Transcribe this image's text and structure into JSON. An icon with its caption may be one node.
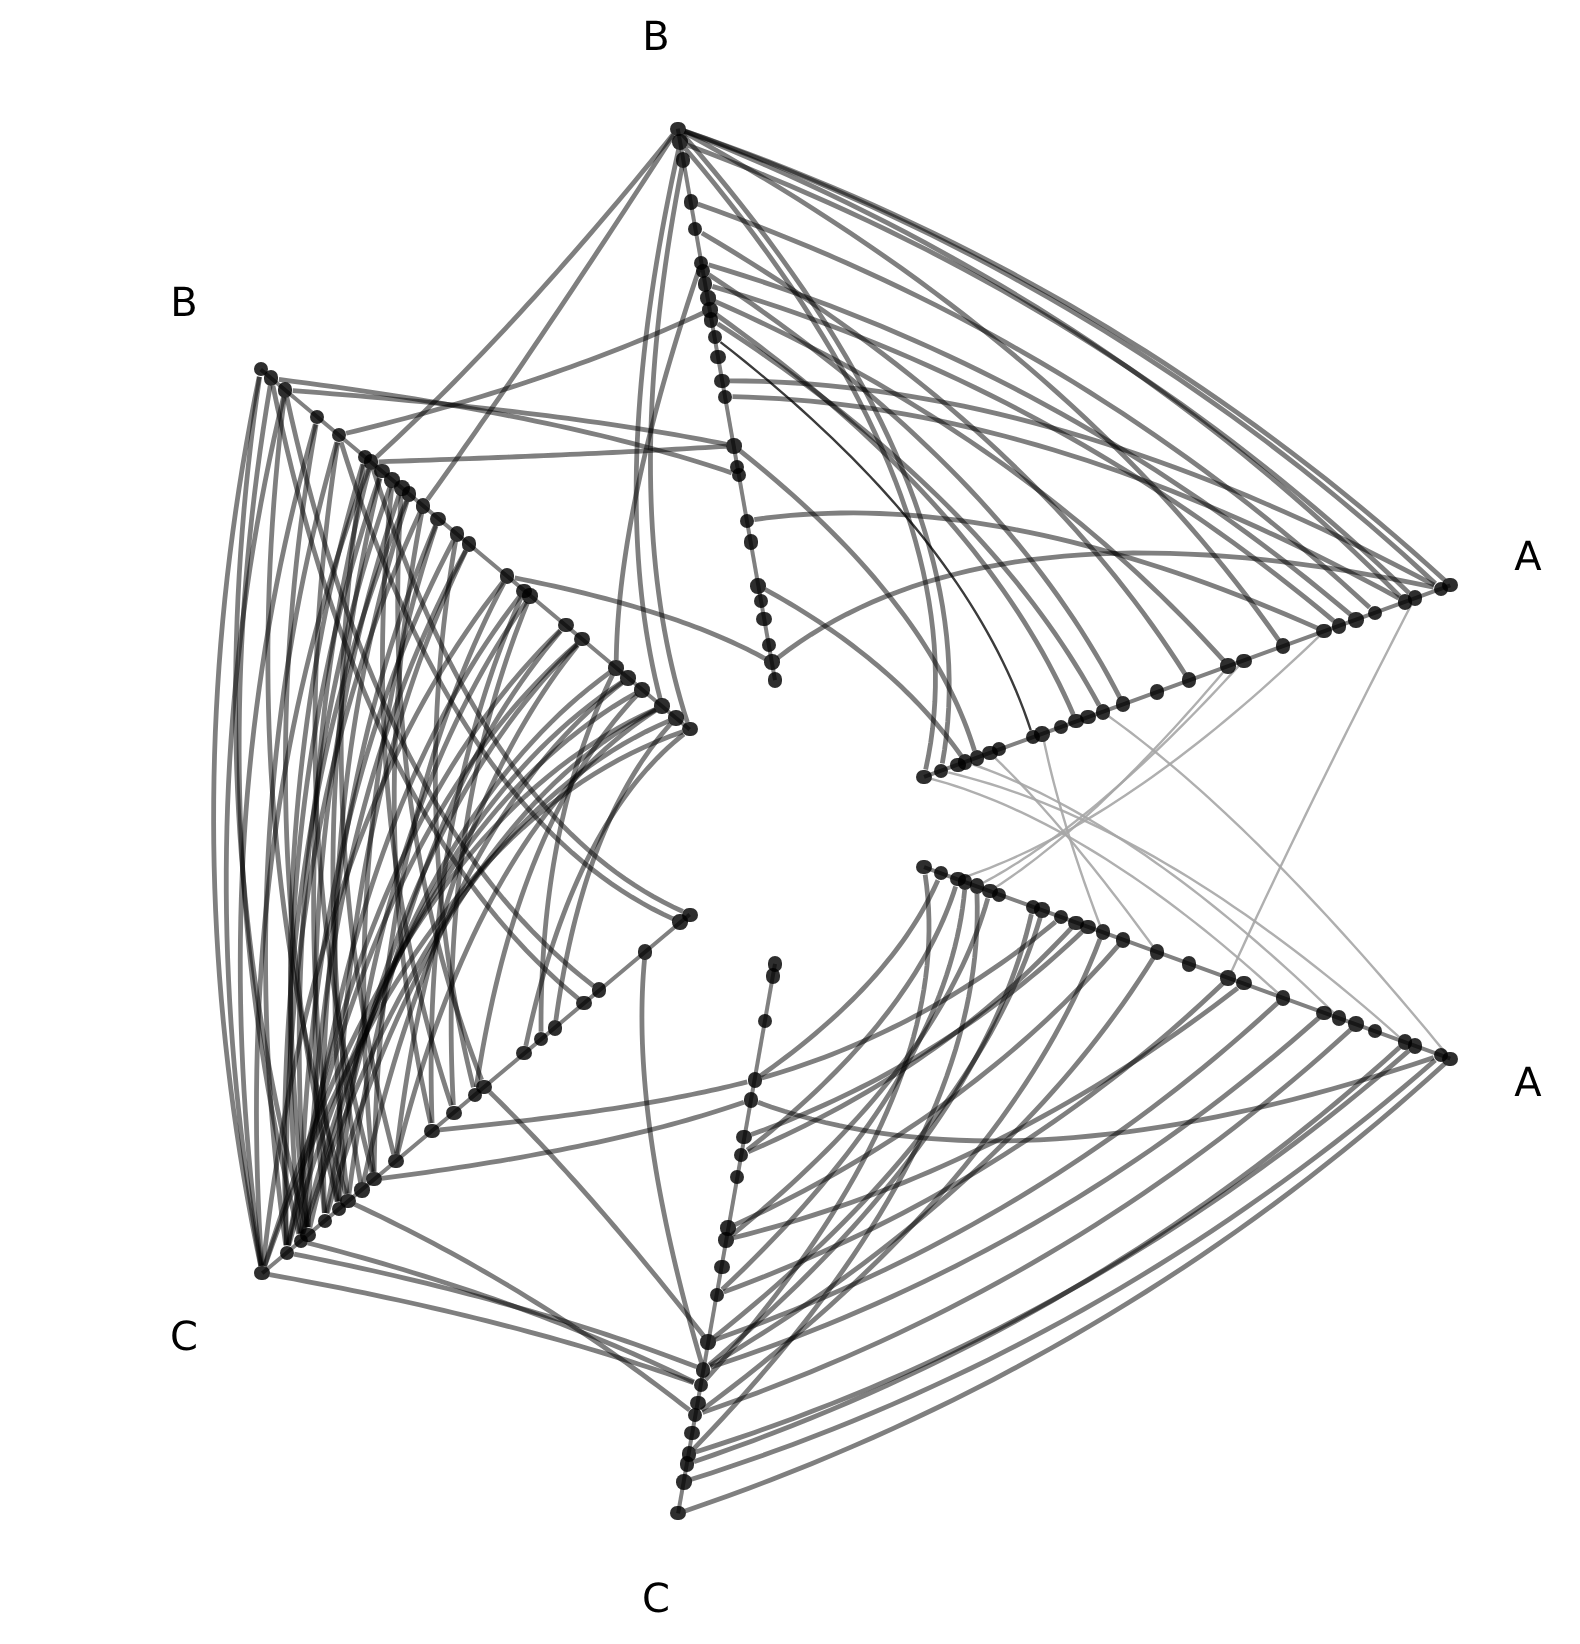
{
  "diagram": {
    "nodes": [
      {
        "text": [],
        "shape": "circle"
      },
      {
        "text": [],
        "shape": "circle"
      },
      {
        "text": [],
        "shape": "circle"
      },
      {
        "text": [],
        "shape": "circle"
      },
      {
        "text": [],
        "shape": "circle"
      },
      {
        "text": [],
        "shape": "circle"
      },
      {
        "text": [],
        "shape": "circle"
      },
      {
        "text": [],
        "shape": "circle"
      },
      {
        "text": [],
        "shape": "circle"
      },
      {
        "text": [],
        "shape": "circle"
      },
      {
        "text": [],
        "shape": "circle"
      },
      {
        "text": [],
        "shape": "circle"
      },
      {
        "text": [],
        "shape": "circle"
      },
      {
        "text": [],
        "shape": "circle"
      },
      {
        "text": [],
        "shape": "circle"
      },
      {
        "text": [],
        "shape": "circle"
      },
      {
        "text": [],
        "shape": "circle"
      },
      {
        "text": [],
        "shape": "circle"
      },
      {
        "text": [],
        "shape": "circle"
      },
      {
        "text": [],
        "shape": "circle"
      },
      {
        "text": [],
        "shape": "circle"
      },
      {
        "text": [],
        "shape": "circle"
      },
      {
        "text": [],
        "shape": "circle"
      },
      {
        "text": [],
        "shape": "circle"
      },
      {
        "text": [],
        "shape": "circle"
      },
      {
        "text": [],
        "shape": "circle"
      },
      {
        "text": [],
        "shape": "circle"
      },
      {
        "text": [],
        "shape": "circle"
      },
      {
        "text": [],
        "shape": "circle"
      },
      {
        "text": [],
        "shape": "circle"
      },
      {
        "text": [],
        "shape": "circle"
      },
      {
        "text": [],
        "shape": "circle"
      },
      {
        "text": [],
        "shape": "circle"
      },
      {
        "text": [],
        "shape": "circle"
      },
      {
        "text": [],
        "shape": "circle"
      },
      {
        "text": [],
        "shape": "circle"
      },
      {
        "text": [],
        "shape": "circle"
      },
      {
        "text": [],
        "shape": "circle"
      },
      {
        "text": [],
        "shape": "circle"
      },
      {
        "text": [],
        "shape": "circle"
      },
      {
        "text": [],
        "shape": "circle"
      },
      {
        "text": [],
        "shape": "circle"
      },
      {
        "text": [],
        "shape": "circle"
      },
      {
        "text": [],
        "shape": "circle"
      },
      {
        "text": [],
        "shape": "circle"
      },
      {
        "text": [],
        "shape": "circle"
      },
      {
        "text": [],
        "shape": "circle"
      },
      {
        "text": [],
        "shape": "circle"
      },
      {
        "text": [],
        "shape": "circle"
      },
      {
        "text": [],
        "shape": "circle"
      },
      {
        "text": [],
        "shape": "circle"
      },
      {
        "text": [],
        "shape": "circle"
      },
      {
        "text": [],
        "shape": "circle"
      },
      {
        "text": [],
        "shape": "circle"
      },
      {
        "text": [],
        "shape": "circle"
      },
      {
        "text": [],
        "shape": "circle"
      },
      {
        "text": [],
        "shape": "circle"
      },
      {
        "text": [],
        "shape": "circle"
      },
      {
        "text": [],
        "shape": "circle"
      },
      {
        "text": [],
        "shape": "circle"
      },
      {
        "text": [],
        "shape": "circle"
      },
      {
        "text": [],
        "shape": "circle"
      },
      {
        "text": [],
        "shape": "circle"
      },
      {
        "text": [],
        "shape": "circle"
      },
      {
        "text": [],
        "shape": "circle"
      },
      {
        "text": [],
        "shape": "circle"
      },
      {
        "text": [],
        "shape": "circle"
      },
      {
        "text": [],
        "shape": "circle"
      },
      {
        "text": [],
        "shape": "circle"
      },
      {
        "text": [],
        "shape": "circle"
      },
      {
        "text": [],
        "shape": "circle"
      },
      {
        "text": [],
        "shape": "circle"
      },
      {
        "text": [],
        "shape": "circle"
      },
      {
        "text": [],
        "shape": "circle"
      },
      {
        "text": [],
        "shape": "circle"
      },
      {
        "text": [],
        "shape": "circle"
      },
      {
        "text": [],
        "shape": "circle"
      },
      {
        "text": [],
        "shape": "circle"
      },
      {
        "text": [],
        "shape": "circle"
      },
      {
        "text": [],
        "shape": "circle"
      },
      {
        "text": [],
        "shape": "circle"
      },
      {
        "text": [],
        "shape": "circle"
      },
      {
        "text": [],
        "shape": "circle"
      },
      {
        "text": [],
        "shape": "circle"
      },
      {
        "text": [],
        "shape": "circle"
      },
      {
        "text": [],
        "shape": "circle"
      },
      {
        "text": [],
        "shape": "circle"
      },
      {
        "text": [],
        "shape": "circle"
      },
      {
        "text": [],
        "shape": "circle"
      },
      {
        "text": [],
        "shape": "circle"
      },
      {
        "text": [],
        "shape": "circle"
      },
      {
        "text": [],
        "shape": "circle"
      },
      {
        "text": [],
        "shape": "circle"
      },
      {
        "text": [],
        "shape": "circle"
      },
      {
        "text": [],
        "shape": "circle"
      },
      {
        "text": [],
        "shape": "circle"
      },
      {
        "text": [],
        "shape": "circle"
      },
      {
        "text": [],
        "shape": "circle"
      },
      {
        "text": [],
        "shape": "circle"
      },
      {
        "text": [],
        "shape": "circle"
      },
      {
        "text": [],
        "shape": "circle"
      },
      {
        "text": [],
        "shape": "circle"
      },
      {
        "text": [],
        "shape": "circle"
      },
      {
        "text": [],
        "shape": "circle"
      },
      {
        "text": [],
        "shape": "circle"
      },
      {
        "text": [],
        "shape": "circle"
      },
      {
        "text": [],
        "shape": "circle"
      },
      {
        "text": [],
        "shape": "circle"
      },
      {
        "text": [],
        "shape": "circle"
      },
      {
        "text": [],
        "shape": "circle"
      },
      {
        "text": [],
        "shape": "circle"
      },
      {
        "text": [],
        "shape": "circle"
      },
      {
        "text": [],
        "shape": "circle"
      },
      {
        "text": [],
        "shape": "circle"
      },
      {
        "text": [],
        "shape": "circle"
      },
      {
        "text": [],
        "shape": "circle"
      },
      {
        "text": [],
        "shape": "circle"
      },
      {
        "text": [],
        "shape": "circle"
      },
      {
        "text": [],
        "shape": "circle"
      },
      {
        "text": [],
        "shape": "circle"
      },
      {
        "text": [],
        "shape": "circle"
      },
      {
        "text": [],
        "shape": "circle"
      },
      {
        "text": [],
        "shape": "circle"
      },
      {
        "text": [],
        "shape": "circle"
      },
      {
        "text": [],
        "shape": "circle"
      },
      {
        "text": [],
        "shape": "circle"
      },
      {
        "text": [],
        "shape": "circle"
      },
      {
        "text": [],
        "shape": "circle"
      },
      {
        "text": [],
        "shape": "circle"
      },
      {
        "text": [],
        "shape": "circle"
      },
      {
        "text": [],
        "shape": "circle"
      },
      {
        "text": [],
        "shape": "circle"
      },
      {
        "text": [],
        "shape": "circle"
      },
      {
        "text": [],
        "shape": "circle"
      },
      {
        "text": [],
        "shape": "circle"
      },
      {
        "text": [],
        "shape": "circle"
      },
      {
        "text": [],
        "shape": "circle"
      },
      {
        "text": [],
        "shape": "circle"
      },
      {
        "text": [],
        "shape": "circle"
      },
      {
        "text": [],
        "shape": "circle"
      },
      {
        "text": [],
        "shape": "circle"
      },
      {
        "text": [],
        "shape": "circle"
      },
      {
        "text": [],
        "shape": "circle"
      },
      {
        "text": [],
        "shape": "circle"
      },
      {
        "text": [],
        "shape": "circle"
      },
      {
        "text": [],
        "shape": "circle"
      },
      {
        "text": [],
        "shape": "circle"
      },
      {
        "text": [],
        "shape": "circle"
      },
      {
        "text": [],
        "shape": "circle"
      },
      {
        "text": [],
        "shape": "circle"
      }
    ],
    "edges": [
      {
        "from": 25,
        "to": 78,
        "arrow": "none"
      },
      {
        "from": 25,
        "to": 77,
        "arrow": "none"
      },
      {
        "from": 25,
        "to": 75,
        "arrow": "none"
      },
      {
        "from": 25,
        "to": 70,
        "arrow": "none"
      },
      {
        "from": 24,
        "to": 76,
        "arrow": "none"
      },
      {
        "from": 22,
        "to": 74,
        "arrow": "none"
      },
      {
        "from": 20,
        "to": 73,
        "arrow": "none"
      },
      {
        "from": 18,
        "to": 72,
        "arrow": "none"
      },
      {
        "from": 17,
        "to": 68,
        "arrow": "none"
      },
      {
        "from": 15,
        "to": 64,
        "arrow": "none"
      },
      {
        "from": 14,
        "to": 59,
        "arrow": "none",
        "color": "#262626"
      },
      {
        "from": 12,
        "to": 77,
        "arrow": "none"
      },
      {
        "from": 11,
        "to": 75,
        "arrow": "none"
      },
      {
        "from": 10,
        "to": 56,
        "arrow": "none"
      },
      {
        "from": 7,
        "to": 71,
        "arrow": "none"
      },
      {
        "from": 5,
        "to": 55,
        "arrow": "none"
      },
      {
        "from": 1,
        "to": 77,
        "arrow": "none"
      },
      {
        "from": 25,
        "to": 53,
        "arrow": "none"
      },
      {
        "from": 24,
        "to": 52,
        "arrow": "none"
      },
      {
        "from": 19,
        "to": 65,
        "arrow": "none"
      },
      {
        "from": 21,
        "to": 67,
        "arrow": "none"
      },
      {
        "from": 16,
        "to": 62,
        "arrow": "none"
      },
      {
        "from": 52,
        "to": 97,
        "arrow": "none",
        "color": "#a6a6a6"
      },
      {
        "from": 53,
        "to": 102,
        "arrow": "none",
        "color": "#a6a6a6"
      },
      {
        "from": 57,
        "to": 93,
        "arrow": "none",
        "color": "#a6a6a6"
      },
      {
        "from": 55,
        "to": 99,
        "arrow": "none",
        "color": "#a6a6a6"
      },
      {
        "from": 68,
        "to": 84,
        "arrow": "none",
        "color": "#a6a6a6"
      },
      {
        "from": 69,
        "to": 83,
        "arrow": "none",
        "color": "#a6a6a6"
      },
      {
        "from": 71,
        "to": 81,
        "arrow": "none",
        "color": "#a6a6a6"
      },
      {
        "from": 76,
        "to": 95,
        "arrow": "none",
        "color": "#a6a6a6"
      },
      {
        "from": 64,
        "to": 105,
        "arrow": "none",
        "color": "#a6a6a6"
      },
      {
        "from": 60,
        "to": 91,
        "arrow": "none",
        "color": "#a6a6a6"
      },
      {
        "from": 105,
        "to": 149,
        "arrow": "none"
      },
      {
        "from": 104,
        "to": 148,
        "arrow": "none"
      },
      {
        "from": 103,
        "to": 146,
        "arrow": "none"
      },
      {
        "from": 102,
        "to": 147,
        "arrow": "none"
      },
      {
        "from": 100,
        "to": 144,
        "arrow": "none"
      },
      {
        "from": 98,
        "to": 141,
        "arrow": "none"
      },
      {
        "from": 97,
        "to": 140,
        "arrow": "none"
      },
      {
        "from": 96,
        "to": 137,
        "arrow": "none"
      },
      {
        "from": 95,
        "to": 139,
        "arrow": "none"
      },
      {
        "from": 93,
        "to": 141,
        "arrow": "none"
      },
      {
        "from": 92,
        "to": 136,
        "arrow": "none"
      },
      {
        "from": 91,
        "to": 144,
        "arrow": "none"
      },
      {
        "from": 90,
        "to": 133,
        "arrow": "none"
      },
      {
        "from": 89,
        "to": 134,
        "arrow": "none"
      },
      {
        "from": 88,
        "to": 131,
        "arrow": "none"
      },
      {
        "from": 87,
        "to": 140,
        "arrow": "none"
      },
      {
        "from": 86,
        "to": 141,
        "arrow": "none"
      },
      {
        "from": 84,
        "to": 137,
        "arrow": "none"
      },
      {
        "from": 83,
        "to": 146,
        "arrow": "none"
      },
      {
        "from": 82,
        "to": 139,
        "arrow": "none"
      },
      {
        "from": 81,
        "to": 134,
        "arrow": "none"
      },
      {
        "from": 80,
        "to": 131,
        "arrow": "none"
      },
      {
        "from": 104,
        "to": 132,
        "arrow": "none"
      },
      {
        "from": 79,
        "to": 142,
        "arrow": "none"
      },
      {
        "from": 26,
        "to": 127,
        "arrow": "none"
      },
      {
        "from": 27,
        "to": 125,
        "arrow": "none"
      },
      {
        "from": 28,
        "to": 123,
        "arrow": "none"
      },
      {
        "from": 29,
        "to": 126,
        "arrow": "none"
      },
      {
        "from": 30,
        "to": 120,
        "arrow": "none"
      },
      {
        "from": 31,
        "to": 124,
        "arrow": "none"
      },
      {
        "from": 32,
        "to": 118,
        "arrow": "none"
      },
      {
        "from": 33,
        "to": 121,
        "arrow": "none"
      },
      {
        "from": 34,
        "to": 116,
        "arrow": "none"
      },
      {
        "from": 35,
        "to": 125,
        "arrow": "none"
      },
      {
        "from": 36,
        "to": 119,
        "arrow": "none"
      },
      {
        "from": 37,
        "to": 122,
        "arrow": "none"
      },
      {
        "from": 38,
        "to": 115,
        "arrow": "none"
      },
      {
        "from": 39,
        "to": 123,
        "arrow": "none"
      },
      {
        "from": 40,
        "to": 117,
        "arrow": "none"
      },
      {
        "from": 41,
        "to": 126,
        "arrow": "none"
      },
      {
        "from": 42,
        "to": 114,
        "arrow": "none"
      },
      {
        "from": 43,
        "to": 124,
        "arrow": "none"
      },
      {
        "from": 44,
        "to": 120,
        "arrow": "none"
      },
      {
        "from": 45,
        "to": 127,
        "arrow": "none"
      },
      {
        "from": 46,
        "to": 118,
        "arrow": "none"
      },
      {
        "from": 47,
        "to": 126,
        "arrow": "none"
      },
      {
        "from": 48,
        "to": 122,
        "arrow": "none"
      },
      {
        "from": 49,
        "to": 127,
        "arrow": "none"
      },
      {
        "from": 50,
        "to": 125,
        "arrow": "none"
      },
      {
        "from": 51,
        "to": 127,
        "arrow": "none"
      },
      {
        "from": 26,
        "to": 113,
        "arrow": "none"
      },
      {
        "from": 27,
        "to": 111,
        "arrow": "none"
      },
      {
        "from": 28,
        "to": 118,
        "arrow": "none"
      },
      {
        "from": 29,
        "to": 115,
        "arrow": "none"
      },
      {
        "from": 30,
        "to": 125,
        "arrow": "none"
      },
      {
        "from": 31,
        "to": 112,
        "arrow": "none"
      },
      {
        "from": 32,
        "to": 123,
        "arrow": "none"
      },
      {
        "from": 33,
        "to": 126,
        "arrow": "none"
      },
      {
        "from": 34,
        "to": 122,
        "arrow": "none"
      },
      {
        "from": 35,
        "to": 117,
        "arrow": "none"
      },
      {
        "from": 36,
        "to": 127,
        "arrow": "none"
      },
      {
        "from": 37,
        "to": 124,
        "arrow": "none"
      },
      {
        "from": 38,
        "to": 125,
        "arrow": "none"
      },
      {
        "from": 39,
        "to": 119,
        "arrow": "none"
      },
      {
        "from": 40,
        "to": 126,
        "arrow": "none"
      },
      {
        "from": 41,
        "to": 121,
        "arrow": "none"
      },
      {
        "from": 42,
        "to": 123,
        "arrow": "none"
      },
      {
        "from": 43,
        "to": 116,
        "arrow": "none"
      },
      {
        "from": 44,
        "to": 125,
        "arrow": "none"
      },
      {
        "from": 45,
        "to": 122,
        "arrow": "none"
      },
      {
        "from": 46,
        "to": 124,
        "arrow": "none"
      },
      {
        "from": 47,
        "to": 119,
        "arrow": "none"
      },
      {
        "from": 48,
        "to": 127,
        "arrow": "none"
      },
      {
        "from": 49,
        "to": 121,
        "arrow": "none"
      },
      {
        "from": 50,
        "to": 110,
        "arrow": "none"
      },
      {
        "from": 51,
        "to": 124,
        "arrow": "none"
      },
      {
        "from": 47,
        "to": 107,
        "arrow": "none"
      },
      {
        "from": 49,
        "to": 109,
        "arrow": "none"
      },
      {
        "from": 45,
        "to": 106,
        "arrow": "none"
      },
      {
        "from": 28,
        "to": 127,
        "arrow": "none"
      },
      {
        "from": 32,
        "to": 126,
        "arrow": "none"
      },
      {
        "from": 25,
        "to": 45,
        "arrow": "none"
      },
      {
        "from": 25,
        "to": 40,
        "arrow": "none"
      },
      {
        "from": 10,
        "to": 49,
        "arrow": "none"
      },
      {
        "from": 10,
        "to": 45,
        "arrow": "none"
      },
      {
        "from": 23,
        "to": 26,
        "arrow": "none"
      },
      {
        "from": 24,
        "to": 28,
        "arrow": "none"
      },
      {
        "from": 20,
        "to": 31,
        "arrow": "none"
      },
      {
        "from": 8,
        "to": 50,
        "arrow": "none"
      },
      {
        "from": 1,
        "to": 36,
        "arrow": "none"
      },
      {
        "from": 16,
        "to": 47,
        "arrow": "none"
      },
      {
        "from": 108,
        "to": 141,
        "arrow": "none"
      },
      {
        "from": 117,
        "to": 131,
        "arrow": "none"
      },
      {
        "from": 119,
        "to": 132,
        "arrow": "none"
      },
      {
        "from": 126,
        "to": 141,
        "arrow": "none"
      },
      {
        "from": 127,
        "to": 142,
        "arrow": "none"
      },
      {
        "from": 125,
        "to": 142,
        "arrow": "none"
      },
      {
        "from": 114,
        "to": 140,
        "arrow": "none"
      },
      {
        "from": 121,
        "to": 144,
        "arrow": "none"
      }
    ],
    "labels": [
      "B",
      "B",
      "A",
      "A",
      "C",
      "C"
    ]
  }
}
